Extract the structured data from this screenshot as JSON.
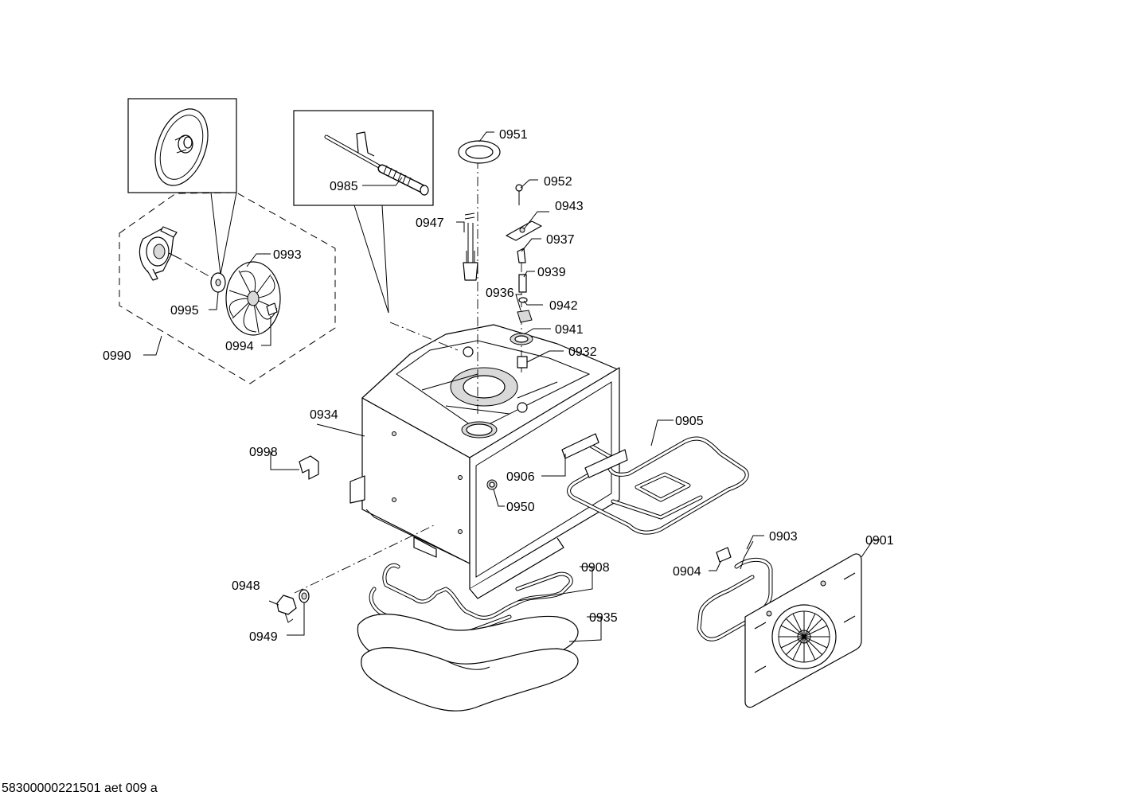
{
  "document_code": "58300000221501 aet 009 a",
  "parts": [
    {
      "key": "p0951",
      "number": "0951"
    },
    {
      "key": "p0952",
      "number": "0952"
    },
    {
      "key": "p0943",
      "number": "0943"
    },
    {
      "key": "p0985",
      "number": "0985"
    },
    {
      "key": "p0947",
      "number": "0947"
    },
    {
      "key": "p0937",
      "number": "0937"
    },
    {
      "key": "p0993",
      "number": "0993"
    },
    {
      "key": "p0939",
      "number": "0939"
    },
    {
      "key": "p0936",
      "number": "0936"
    },
    {
      "key": "p0942",
      "number": "0942"
    },
    {
      "key": "p0995",
      "number": "0995"
    },
    {
      "key": "p0941",
      "number": "0941"
    },
    {
      "key": "p0994",
      "number": "0994"
    },
    {
      "key": "p0990",
      "number": "0990"
    },
    {
      "key": "p0932",
      "number": "0932"
    },
    {
      "key": "p0934",
      "number": "0934"
    },
    {
      "key": "p0905",
      "number": "0905"
    },
    {
      "key": "p0998",
      "number": "0998"
    },
    {
      "key": "p0906",
      "number": "0906"
    },
    {
      "key": "p0950",
      "number": "0950"
    },
    {
      "key": "p0903",
      "number": "0903"
    },
    {
      "key": "p0901",
      "number": "0901"
    },
    {
      "key": "p0904",
      "number": "0904"
    },
    {
      "key": "p0908",
      "number": "0908"
    },
    {
      "key": "p0948",
      "number": "0948"
    },
    {
      "key": "p0935",
      "number": "0935"
    },
    {
      "key": "p0949",
      "number": "0949"
    }
  ]
}
